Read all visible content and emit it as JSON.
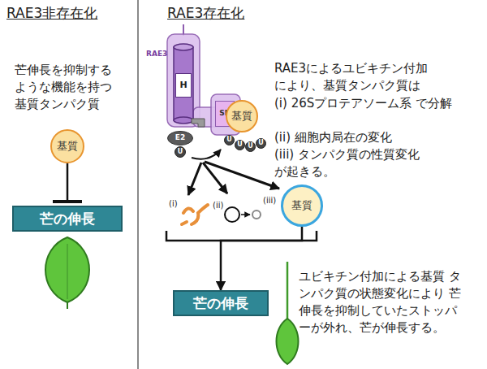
{
  "diagram": {
    "nodes": [
      {
        "text": [
          "基質"
        ]
      },
      {
        "text": [
          "芒の伸長"
        ]
      },
      {
        "text": [
          "H"
        ]
      },
      {
        "text": [
          "SR"
        ]
      },
      {
        "text": [
          "基質"
        ]
      },
      {
        "text": [
          "E2"
        ]
      },
      {
        "text": [
          "U"
        ]
      },
      {
        "text": [
          "U"
        ]
      },
      {
        "text": [
          "U"
        ]
      },
      {
        "text": [
          "U"
        ]
      },
      {
        "text": [
          "U"
        ]
      },
      {
        "text": [
          "基質"
        ]
      },
      {
        "text": [
          "芒の伸長"
        ]
      }
    ],
    "edges": [
      {
        "from": 0,
        "to": 1,
        "arrow": "to"
      },
      {
        "from": 11,
        "to": 12,
        "arrow": "to"
      }
    ],
    "labels": [
      "RAE3非存在化",
      "RAE3存在化",
      "芒伸長を抑制する ような機能を持つ 基質タンパク質",
      "RAE3",
      "RAE3によるユビキチン付加により、基質タンパク質は",
      "(i) 26Sプロテアソーム系 で分解",
      "(ii) 細胞内局在の変化",
      "(iii) タンパク質の性質変化",
      "が起きる。",
      "(i)",
      "(ii)",
      "(iii)",
      "ユビキチン付加による基質 タンパク質の状態変化により 芒伸長を抑制していたストッパーが外れ、芒が伸長する。"
    ]
  }
}
